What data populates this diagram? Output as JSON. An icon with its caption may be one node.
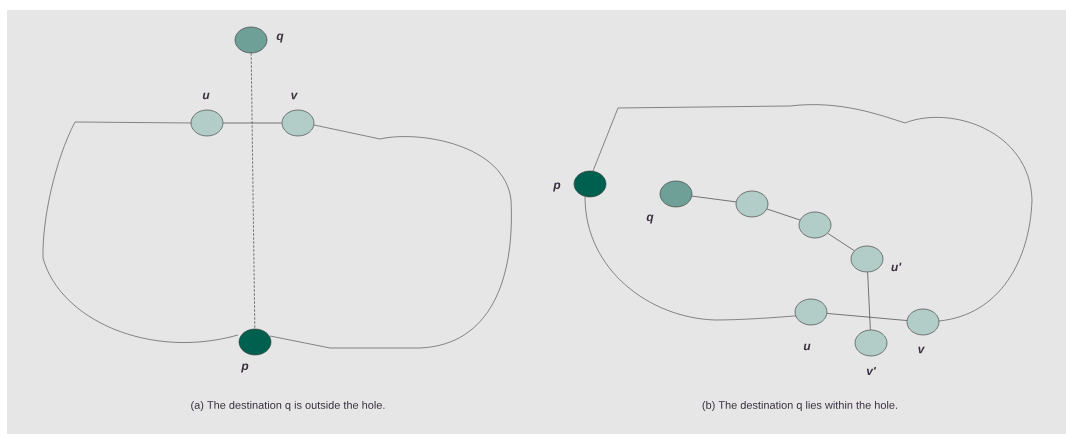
{
  "diagram": {
    "nodes": [
      {
        "text": [],
        "shape": "circle",
        "beside": [
          "q"
        ]
      },
      {
        "text": [],
        "shape": "circle",
        "beside": [
          "u"
        ]
      },
      {
        "text": [],
        "shape": "circle",
        "beside": [
          "v"
        ]
      },
      {
        "text": [],
        "shape": "circle",
        "beside": [
          "p"
        ]
      },
      {
        "text": [],
        "shape": "circle",
        "beside": [
          "p"
        ]
      },
      {
        "text": [],
        "shape": "circle",
        "beside": [
          "q"
        ]
      },
      {
        "text": [],
        "shape": "circle"
      },
      {
        "text": [],
        "shape": "circle"
      },
      {
        "text": [],
        "shape": "circle",
        "beside": [
          "u'"
        ]
      },
      {
        "text": [],
        "shape": "circle",
        "beside": [
          "u"
        ]
      },
      {
        "text": [],
        "shape": "circle",
        "beside": [
          "v'"
        ]
      },
      {
        "text": [],
        "shape": "circle",
        "beside": [
          "v"
        ]
      }
    ],
    "edges": [
      {
        "from": 0,
        "to": 3,
        "arrow": "none",
        "style": "dashed"
      },
      {
        "from": 1,
        "to": 2,
        "arrow": "none"
      },
      {
        "from": 5,
        "to": 6,
        "arrow": "none"
      },
      {
        "from": 6,
        "to": 7,
        "arrow": "none"
      },
      {
        "from": 7,
        "to": 8,
        "arrow": "none"
      },
      {
        "from": 8,
        "to": 10,
        "arrow": "none"
      },
      {
        "from": 9,
        "to": 11,
        "arrow": "none"
      }
    ],
    "labels": [
      "(a) The destination q is outside the hole.",
      "(b) The destination q lies within the hole."
    ]
  }
}
